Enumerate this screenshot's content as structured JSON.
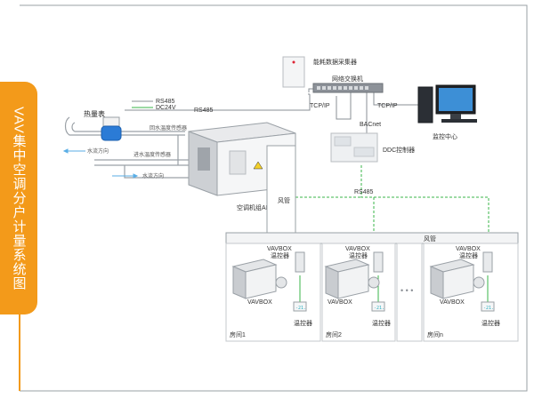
{
  "title": "VAV集中空调分户计量系统图",
  "colors": {
    "accent": "#f39a1a",
    "green_line": "#39b54a",
    "gray_line": "#8a8f95",
    "blue_line": "#2b7bd6"
  },
  "labels": {
    "energy_collector": "能耗数据采集器",
    "switch": "网络交换机",
    "tcpip_left": "TCP/IP",
    "tcpip_right": "TCP/IP",
    "monitor_center": "监控中心",
    "bacnet": "BACnet",
    "ddc": "DDC控制器",
    "rs485_top": "RS485",
    "rs485_legend": "RS485",
    "dc24v": "DC24V",
    "heat_meter": "热量表",
    "return_temp": "回水温度传感器",
    "supply_temp": "进水温度传感器",
    "flow_dir_1": "水流方向",
    "flow_dir_2": "水流方向",
    "ahu": "空调机组AHU",
    "duct_vertical": "风管",
    "duct_horizontal": "风管",
    "rs485_bottom": "RS485",
    "ellipsis": "• • •"
  },
  "rooms": [
    {
      "vavbox_top": "VAVBOX",
      "controller_top": "温控器",
      "vavbox": "VAVBOX",
      "thermostat": "温控器",
      "room": "房间1",
      "display": "-21."
    },
    {
      "vavbox_top": "VAVBOX",
      "controller_top": "温控器",
      "vavbox": "VAVBOX",
      "thermostat": "温控器",
      "room": "房间2",
      "display": "-21."
    },
    {
      "vavbox_top": "VAVBOX",
      "controller_top": "温控器",
      "vavbox": "VAVBOX",
      "thermostat": "温控器",
      "room": "房间n",
      "display": "-21."
    }
  ]
}
